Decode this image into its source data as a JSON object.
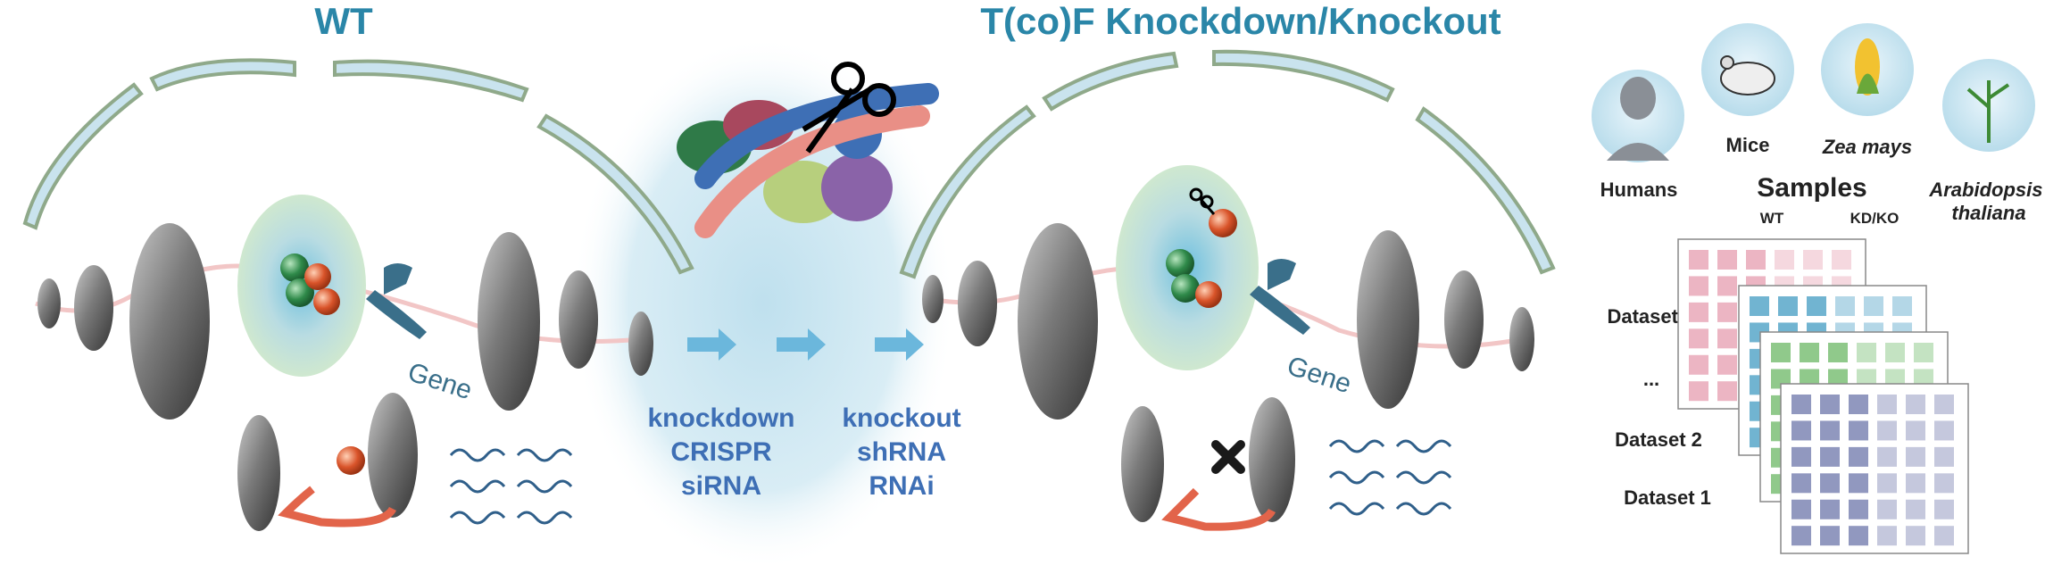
{
  "panels": {
    "wt": {
      "title": "WT",
      "gene_label": "Gene"
    },
    "kd": {
      "title": "T(co)F Knockdown/Knockout",
      "gene_label": "Gene"
    }
  },
  "methods": {
    "left": [
      "knockdown",
      "CRISPR",
      "siRNA"
    ],
    "right": [
      "knockout",
      "shRNA",
      "RNAi"
    ]
  },
  "organisms": [
    {
      "label": "Humans",
      "italic": false
    },
    {
      "label": "Mice",
      "italic": false
    },
    {
      "label": "Zea mays",
      "italic": true
    },
    {
      "label": "Arabidopsis thaliana",
      "italic": true
    }
  ],
  "samples": {
    "title": "Samples",
    "col_wt": "WT",
    "col_kd": "KD/KO"
  },
  "datasets": {
    "n": "Dataset n",
    "dots": "...",
    "two": "Dataset 2",
    "one": "Dataset 1"
  },
  "colors": {
    "title_blue": "#2a86a8",
    "method_blue": "#3e6fb5",
    "arch_fill": "#c9e3ee",
    "arch_stroke": "#8fa98a",
    "tf_green": "#2f8a4a",
    "tf_orange": "#d9542a",
    "arrow_blue": "#6bb7dc",
    "grid_pink": "#e9a8b8",
    "grid_teal": "#58a7c9",
    "grid_green": "#7cc077",
    "grid_slate": "#7e86b4"
  }
}
